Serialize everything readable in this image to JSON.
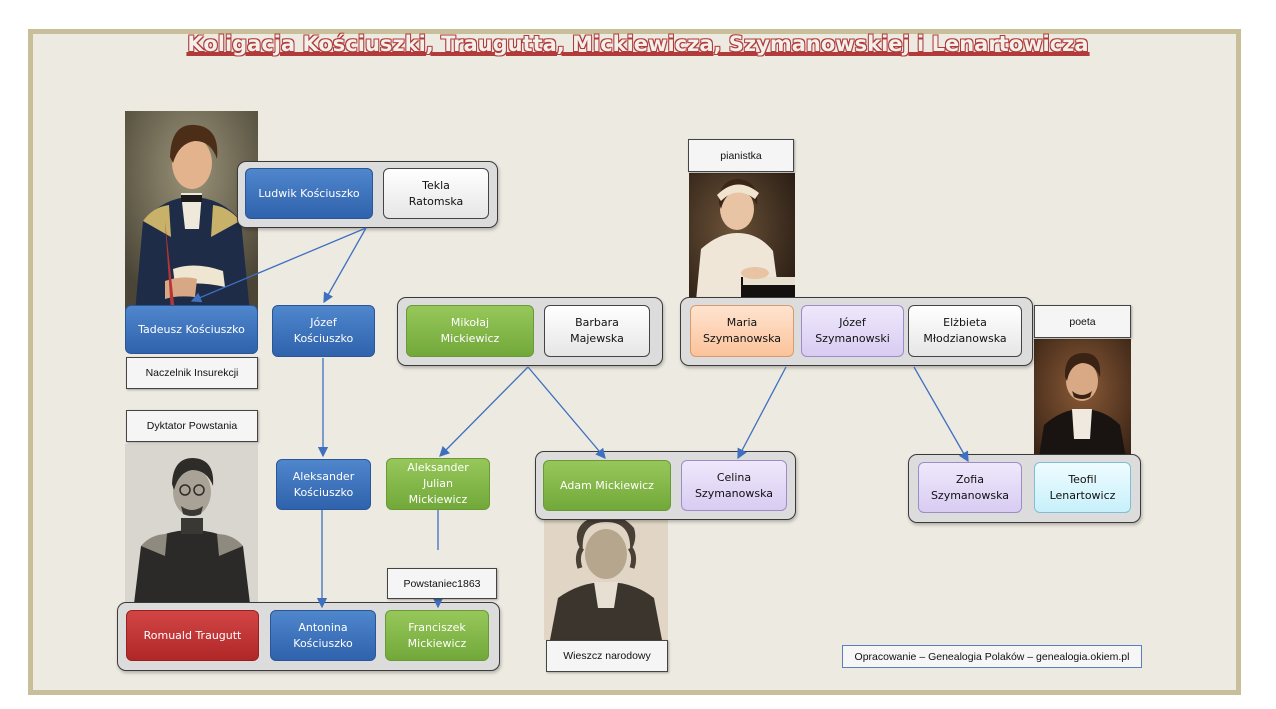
{
  "title": "Koligacja Kościuszki, Traugutta, Mickiewicza, Szymanowskiej i Lenartowicza",
  "persons": {
    "ludwik": "Ludwik Kościuszko",
    "tekla": "Tekla\nRatomska",
    "tadeusz": "Tadeusz Kościuszko",
    "jozef_k": "Józef\nKościuszko",
    "aleksander_k": "Aleksander\nKościuszko",
    "romuald": "Romuald Traugutt",
    "antonina": "Antonina\nKościuszko",
    "mikolaj": "Mikołaj\nMickiewicz",
    "barbara": "Barbara\nMajewska",
    "aleksander_jm": "Aleksander\nJulian\nMickiewicz",
    "franciszek": "Franciszek\nMickiewicz",
    "adam": "Adam Mickiewicz",
    "celina": "Celina\nSzymanowska",
    "maria": "Maria\nSzymanowska",
    "jozef_s": "Józef\nSzymanowski",
    "elzbieta": "Elżbieta\nMłodzianowska",
    "zofia": "Zofia\nSzymanowska",
    "teofil": "Teofil\nLenartowicz"
  },
  "labels": {
    "naczelnik": "Naczelnik Insurekcji",
    "dyktator": "Dyktator Powstania",
    "powstaniec": "Powstaniec1863",
    "wieszcz": "Wieszcz narodowy",
    "pianistka": "pianistka",
    "poeta": "poeta"
  },
  "credit": "Opracowanie – Genealogia Polaków – genealogia.okiem.pl",
  "colors": {
    "kosciuszko": "#3f74be",
    "mickiewicz": "#86b84a",
    "traugutt": "#c43434",
    "szymanowska_maria": "#fcd2b4",
    "szymanowski": "#e1d6f6",
    "lenartowicz": "#d9f6fd",
    "arrow": "#3f6fbf",
    "frame": "#c8bf9a"
  }
}
